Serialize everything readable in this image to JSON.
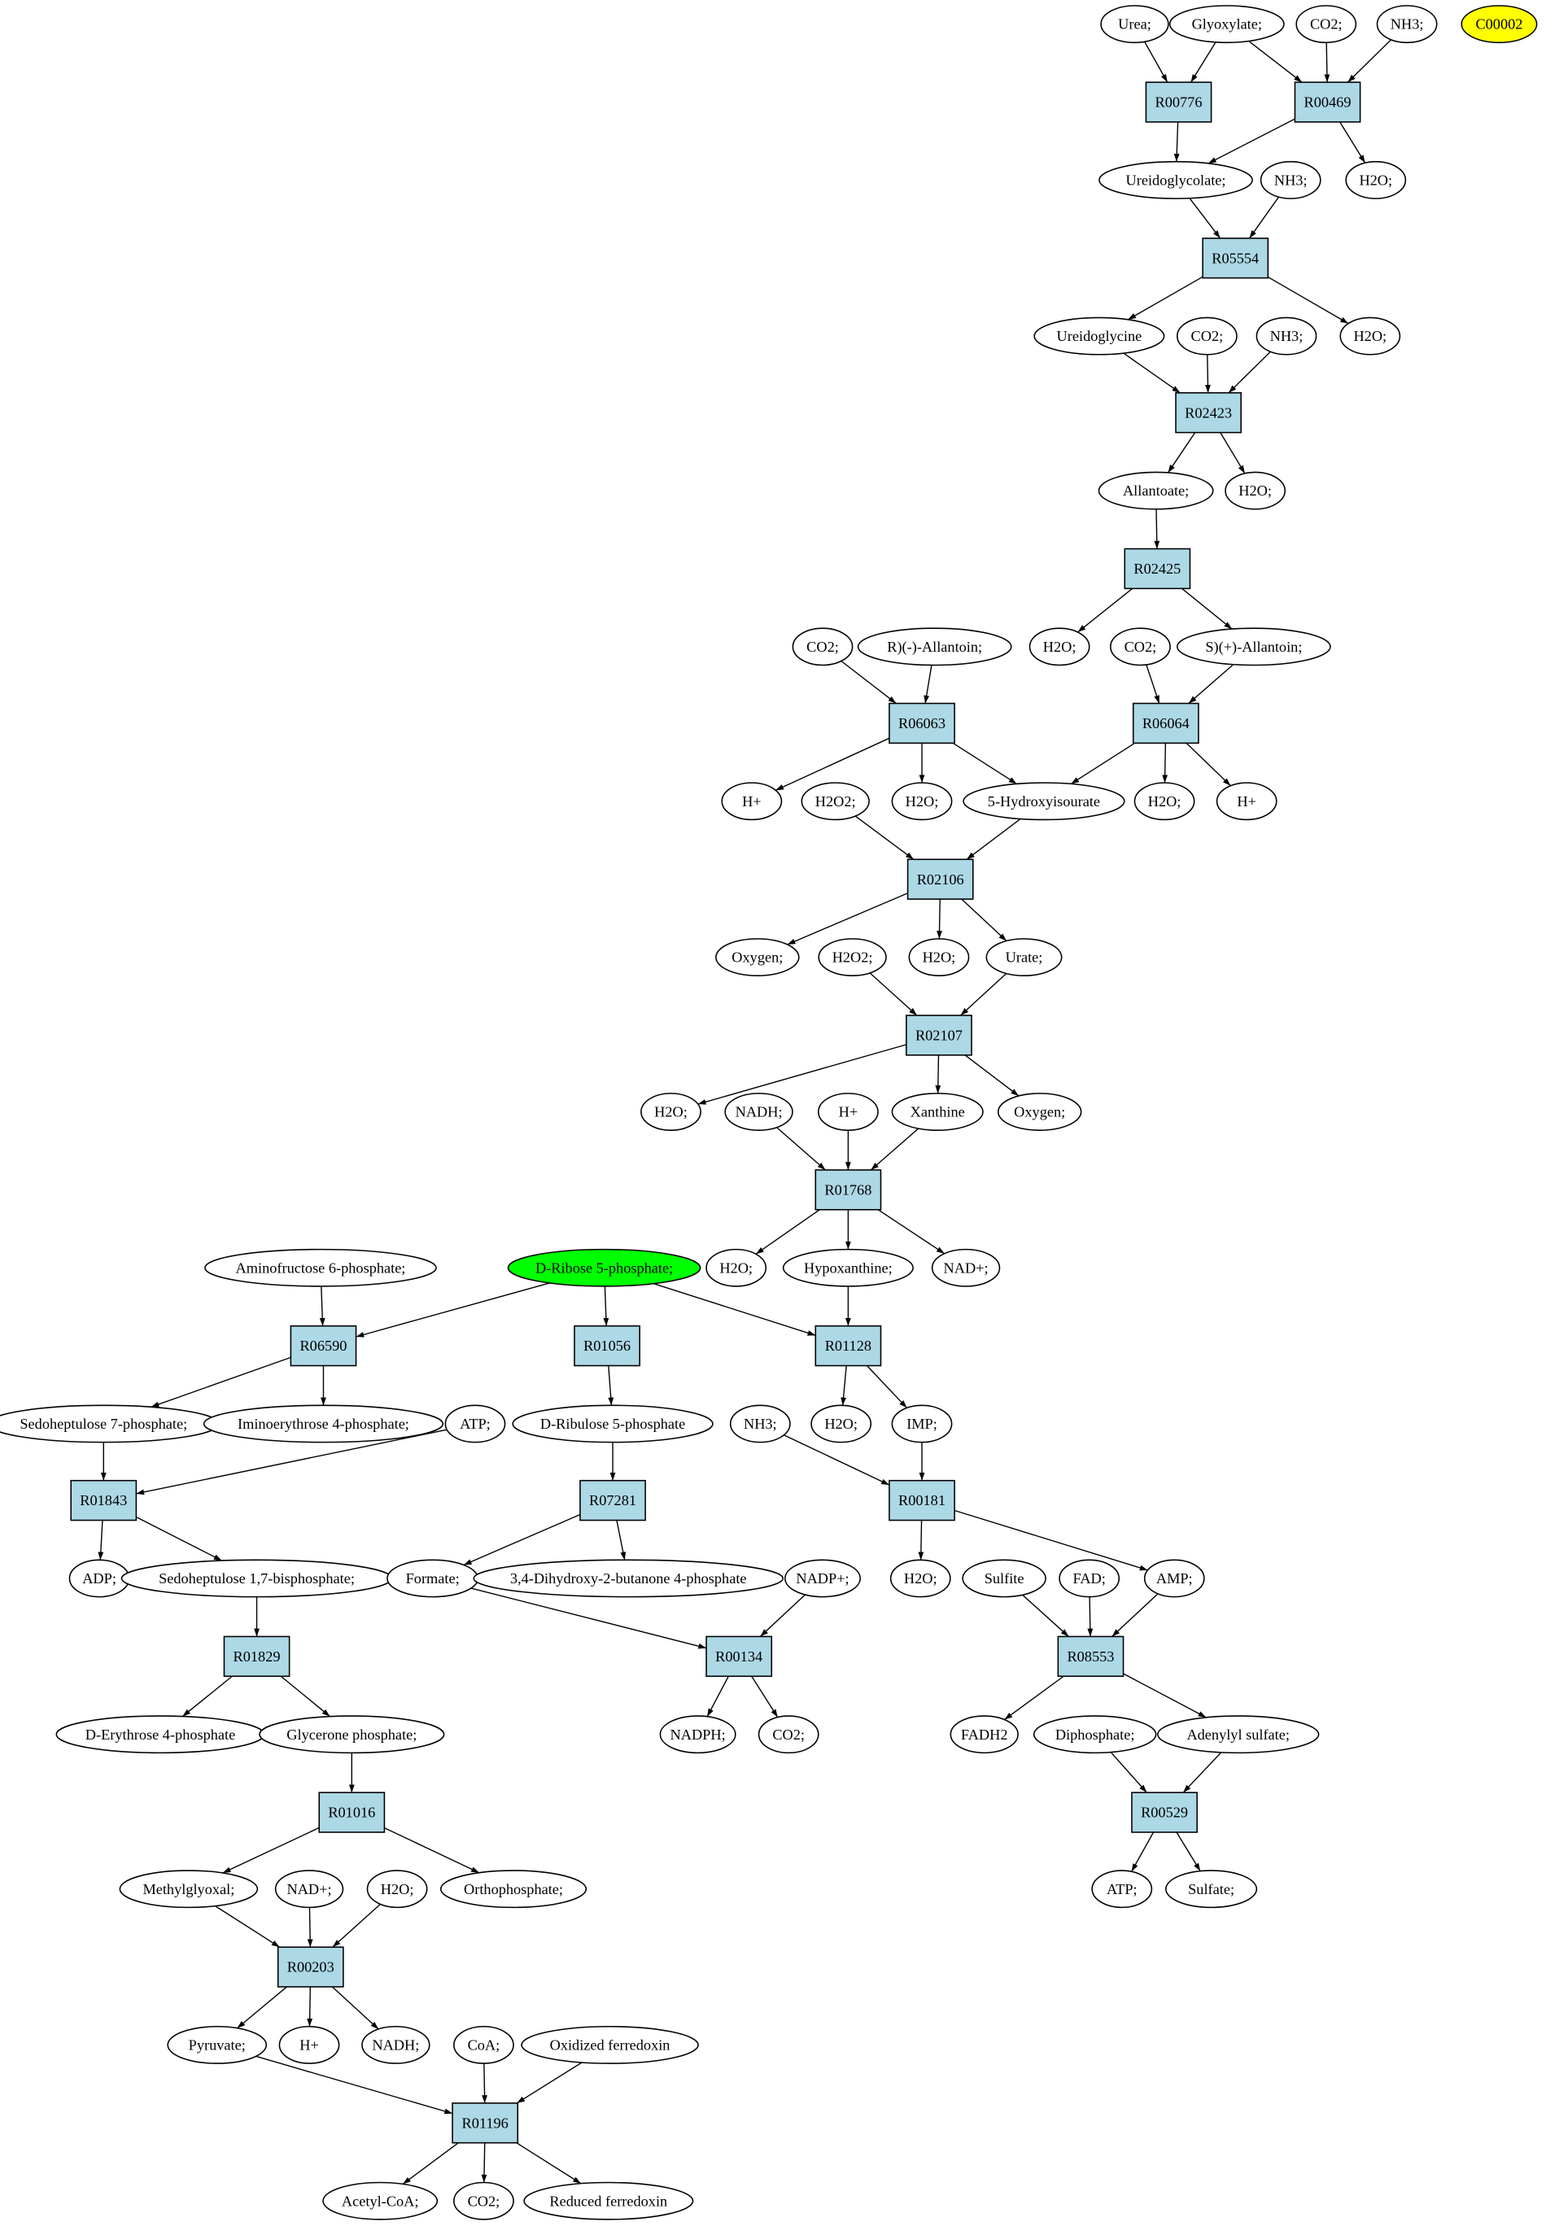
{
  "colors": {
    "reaction_fill": "#add8e6",
    "start_fill": "#00ff00",
    "target_fill": "#ffff00",
    "compound_fill": "#ffffff",
    "stroke": "#000000"
  },
  "nodes": [
    {
      "id": "urea",
      "label": "Urea;",
      "kind": "compound"
    },
    {
      "id": "glyoxylate",
      "label": "Glyoxylate;",
      "kind": "compound"
    },
    {
      "id": "co2_a",
      "label": "CO2;",
      "kind": "compound"
    },
    {
      "id": "nh3_a",
      "label": "NH3;",
      "kind": "compound"
    },
    {
      "id": "c00002",
      "label": "C00002",
      "kind": "target"
    },
    {
      "id": "R00776",
      "label": "R00776",
      "kind": "reaction"
    },
    {
      "id": "R00469",
      "label": "R00469",
      "kind": "reaction"
    },
    {
      "id": "ureidoglycolate",
      "label": "Ureidoglycolate;",
      "kind": "compound"
    },
    {
      "id": "nh3_b",
      "label": "NH3;",
      "kind": "compound"
    },
    {
      "id": "h2o_a",
      "label": "H2O;",
      "kind": "compound"
    },
    {
      "id": "R05554",
      "label": "R05554",
      "kind": "reaction"
    },
    {
      "id": "ureidoglycine",
      "label": "Ureidoglycine",
      "kind": "compound"
    },
    {
      "id": "co2_b",
      "label": "CO2;",
      "kind": "compound"
    },
    {
      "id": "nh3_c",
      "label": "NH3;",
      "kind": "compound"
    },
    {
      "id": "h2o_b",
      "label": "H2O;",
      "kind": "compound"
    },
    {
      "id": "R02423",
      "label": "R02423",
      "kind": "reaction"
    },
    {
      "id": "allantoate",
      "label": "Allantoate;",
      "kind": "compound"
    },
    {
      "id": "h2o_c",
      "label": "H2O;",
      "kind": "compound"
    },
    {
      "id": "R02425",
      "label": "R02425",
      "kind": "reaction"
    },
    {
      "id": "co2_c",
      "label": "CO2;",
      "kind": "compound"
    },
    {
      "id": "r_allantoin",
      "label": "R)(-)-Allantoin;",
      "kind": "compound"
    },
    {
      "id": "h2o_d",
      "label": "H2O;",
      "kind": "compound"
    },
    {
      "id": "co2_d",
      "label": "CO2;",
      "kind": "compound"
    },
    {
      "id": "s_allantoin",
      "label": "S)(+)-Allantoin;",
      "kind": "compound"
    },
    {
      "id": "R06063",
      "label": "R06063",
      "kind": "reaction"
    },
    {
      "id": "R06064",
      "label": "R06064",
      "kind": "reaction"
    },
    {
      "id": "hplus_a",
      "label": "H+",
      "kind": "compound"
    },
    {
      "id": "h2o2_a",
      "label": "H2O2;",
      "kind": "compound"
    },
    {
      "id": "h2o_e",
      "label": "H2O;",
      "kind": "compound"
    },
    {
      "id": "hydroxyisourate",
      "label": "5-Hydroxyisourate",
      "kind": "compound"
    },
    {
      "id": "h2o_f",
      "label": "H2O;",
      "kind": "compound"
    },
    {
      "id": "hplus_b",
      "label": "H+",
      "kind": "compound"
    },
    {
      "id": "R02106",
      "label": "R02106",
      "kind": "reaction"
    },
    {
      "id": "oxygen_a",
      "label": "Oxygen;",
      "kind": "compound"
    },
    {
      "id": "h2o2_b",
      "label": "H2O2;",
      "kind": "compound"
    },
    {
      "id": "h2o_g",
      "label": "H2O;",
      "kind": "compound"
    },
    {
      "id": "urate",
      "label": "Urate;",
      "kind": "compound"
    },
    {
      "id": "R02107",
      "label": "R02107",
      "kind": "reaction"
    },
    {
      "id": "h2o_h",
      "label": "H2O;",
      "kind": "compound"
    },
    {
      "id": "nadh_a",
      "label": "NADH;",
      "kind": "compound"
    },
    {
      "id": "hplus_c",
      "label": "H+",
      "kind": "compound"
    },
    {
      "id": "xanthine",
      "label": "Xanthine",
      "kind": "compound"
    },
    {
      "id": "oxygen_b",
      "label": "Oxygen;",
      "kind": "compound"
    },
    {
      "id": "R01768",
      "label": "R01768",
      "kind": "reaction"
    },
    {
      "id": "amino",
      "label": "Aminofructose 6-phosphate;",
      "kind": "compound"
    },
    {
      "id": "ribose",
      "label": "D-Ribose 5-phosphate;",
      "kind": "start"
    },
    {
      "id": "h2o_i",
      "label": "H2O;",
      "kind": "compound"
    },
    {
      "id": "hypoxanthine",
      "label": "Hypoxanthine;",
      "kind": "compound"
    },
    {
      "id": "nadplus_a",
      "label": "NAD+;",
      "kind": "compound"
    },
    {
      "id": "R06590",
      "label": "R06590",
      "kind": "reaction"
    },
    {
      "id": "R01056",
      "label": "R01056",
      "kind": "reaction"
    },
    {
      "id": "R01128",
      "label": "R01128",
      "kind": "reaction"
    },
    {
      "id": "sedo7p",
      "label": "Sedoheptulose 7-phosphate;",
      "kind": "compound"
    },
    {
      "id": "iminoerythrose",
      "label": "Iminoerythrose 4-phosphate;",
      "kind": "compound"
    },
    {
      "id": "atp_a",
      "label": "ATP;",
      "kind": "compound"
    },
    {
      "id": "ribulose",
      "label": "D-Ribulose 5-phosphate",
      "kind": "compound"
    },
    {
      "id": "nh3_d",
      "label": "NH3;",
      "kind": "compound"
    },
    {
      "id": "h2o_j",
      "label": "H2O;",
      "kind": "compound"
    },
    {
      "id": "imp",
      "label": "IMP;",
      "kind": "compound"
    },
    {
      "id": "R01843",
      "label": "R01843",
      "kind": "reaction"
    },
    {
      "id": "R07281",
      "label": "R07281",
      "kind": "reaction"
    },
    {
      "id": "R00181",
      "label": "R00181",
      "kind": "reaction"
    },
    {
      "id": "adp",
      "label": "ADP;",
      "kind": "compound"
    },
    {
      "id": "sedo17bp",
      "label": "Sedoheptulose 1,7-bisphosphate;",
      "kind": "compound"
    },
    {
      "id": "formate",
      "label": "Formate;",
      "kind": "compound"
    },
    {
      "id": "dihydroxy",
      "label": "3,4-Dihydroxy-2-butanone 4-phosphate",
      "kind": "compound"
    },
    {
      "id": "nadpplus",
      "label": "NADP+;",
      "kind": "compound"
    },
    {
      "id": "h2o_k",
      "label": "H2O;",
      "kind": "compound"
    },
    {
      "id": "sulfite",
      "label": "Sulfite",
      "kind": "compound"
    },
    {
      "id": "fad",
      "label": "FAD;",
      "kind": "compound"
    },
    {
      "id": "amp",
      "label": "AMP;",
      "kind": "compound"
    },
    {
      "id": "R01829",
      "label": "R01829",
      "kind": "reaction"
    },
    {
      "id": "R00134",
      "label": "R00134",
      "kind": "reaction"
    },
    {
      "id": "R08553",
      "label": "R08553",
      "kind": "reaction"
    },
    {
      "id": "erythrose",
      "label": "D-Erythrose 4-phosphate",
      "kind": "compound"
    },
    {
      "id": "glycerone",
      "label": "Glycerone phosphate;",
      "kind": "compound"
    },
    {
      "id": "nadph",
      "label": "NADPH;",
      "kind": "compound"
    },
    {
      "id": "co2_e",
      "label": "CO2;",
      "kind": "compound"
    },
    {
      "id": "fadh2",
      "label": "FADH2",
      "kind": "compound"
    },
    {
      "id": "diphosphate",
      "label": "Diphosphate;",
      "kind": "compound"
    },
    {
      "id": "adenylyl",
      "label": "Adenylyl sulfate;",
      "kind": "compound"
    },
    {
      "id": "R01016",
      "label": "R01016",
      "kind": "reaction"
    },
    {
      "id": "R00529",
      "label": "R00529",
      "kind": "reaction"
    },
    {
      "id": "methylglyoxal",
      "label": "Methylglyoxal;",
      "kind": "compound"
    },
    {
      "id": "nadplus_b",
      "label": "NAD+;",
      "kind": "compound"
    },
    {
      "id": "h2o_l",
      "label": "H2O;",
      "kind": "compound"
    },
    {
      "id": "orthophosphate",
      "label": "Orthophosphate;",
      "kind": "compound"
    },
    {
      "id": "atp_b",
      "label": "ATP;",
      "kind": "compound"
    },
    {
      "id": "sulfate",
      "label": "Sulfate;",
      "kind": "compound"
    },
    {
      "id": "R00203",
      "label": "R00203",
      "kind": "reaction"
    },
    {
      "id": "pyruvate",
      "label": "Pyruvate;",
      "kind": "compound"
    },
    {
      "id": "hplus_d",
      "label": "H+",
      "kind": "compound"
    },
    {
      "id": "nadh_b",
      "label": "NADH;",
      "kind": "compound"
    },
    {
      "id": "coa",
      "label": "CoA;",
      "kind": "compound"
    },
    {
      "id": "oxferredoxin",
      "label": "Oxidized ferredoxin",
      "kind": "compound"
    },
    {
      "id": "R01196",
      "label": "R01196",
      "kind": "reaction"
    },
    {
      "id": "acetylcoa",
      "label": "Acetyl-CoA;",
      "kind": "compound"
    },
    {
      "id": "co2_f",
      "label": "CO2;",
      "kind": "compound"
    },
    {
      "id": "redferredoxin",
      "label": "Reduced ferredoxin",
      "kind": "compound"
    }
  ],
  "edges": [
    [
      "urea",
      "R00776"
    ],
    [
      "glyoxylate",
      "R00776"
    ],
    [
      "glyoxylate",
      "R00469"
    ],
    [
      "co2_a",
      "R00469"
    ],
    [
      "nh3_a",
      "R00469"
    ],
    [
      "R00776",
      "ureidoglycolate"
    ],
    [
      "R00469",
      "ureidoglycolate"
    ],
    [
      "R00469",
      "h2o_a"
    ],
    [
      "ureidoglycolate",
      "R05554"
    ],
    [
      "nh3_b",
      "R05554"
    ],
    [
      "R05554",
      "ureidoglycine"
    ],
    [
      "R05554",
      "h2o_b"
    ],
    [
      "ureidoglycine",
      "R02423"
    ],
    [
      "co2_b",
      "R02423"
    ],
    [
      "nh3_c",
      "R02423"
    ],
    [
      "R02423",
      "allantoate"
    ],
    [
      "R02423",
      "h2o_c"
    ],
    [
      "allantoate",
      "R02425"
    ],
    [
      "R02425",
      "h2o_d"
    ],
    [
      "R02425",
      "s_allantoin"
    ],
    [
      "co2_c",
      "R06063"
    ],
    [
      "r_allantoin",
      "R06063"
    ],
    [
      "co2_d",
      "R06064"
    ],
    [
      "s_allantoin",
      "R06064"
    ],
    [
      "R06063",
      "hplus_a"
    ],
    [
      "R06063",
      "h2o_e"
    ],
    [
      "R06063",
      "hydroxyisourate"
    ],
    [
      "R06064",
      "hydroxyisourate"
    ],
    [
      "R06064",
      "h2o_f"
    ],
    [
      "R06064",
      "hplus_b"
    ],
    [
      "h2o2_a",
      "R02106"
    ],
    [
      "hydroxyisourate",
      "R02106"
    ],
    [
      "R02106",
      "oxygen_a"
    ],
    [
      "R02106",
      "h2o_g"
    ],
    [
      "R02106",
      "urate"
    ],
    [
      "h2o2_b",
      "R02107"
    ],
    [
      "urate",
      "R02107"
    ],
    [
      "R02107",
      "h2o_h"
    ],
    [
      "R02107",
      "xanthine"
    ],
    [
      "R02107",
      "oxygen_b"
    ],
    [
      "nadh_a",
      "R01768"
    ],
    [
      "hplus_c",
      "R01768"
    ],
    [
      "xanthine",
      "R01768"
    ],
    [
      "R01768",
      "h2o_i"
    ],
    [
      "R01768",
      "hypoxanthine"
    ],
    [
      "R01768",
      "nadplus_a"
    ],
    [
      "amino",
      "R06590"
    ],
    [
      "ribose",
      "R06590"
    ],
    [
      "ribose",
      "R01056"
    ],
    [
      "ribose",
      "R01128"
    ],
    [
      "hypoxanthine",
      "R01128"
    ],
    [
      "R06590",
      "sedo7p"
    ],
    [
      "R06590",
      "iminoerythrose"
    ],
    [
      "R01056",
      "ribulose"
    ],
    [
      "R01128",
      "h2o_j"
    ],
    [
      "R01128",
      "imp"
    ],
    [
      "sedo7p",
      "R01843"
    ],
    [
      "atp_a",
      "R01843"
    ],
    [
      "ribulose",
      "R07281"
    ],
    [
      "nh3_d",
      "R00181"
    ],
    [
      "imp",
      "R00181"
    ],
    [
      "R01843",
      "adp"
    ],
    [
      "R01843",
      "sedo17bp"
    ],
    [
      "R07281",
      "formate"
    ],
    [
      "R07281",
      "dihydroxy"
    ],
    [
      "R00181",
      "h2o_k"
    ],
    [
      "R00181",
      "amp"
    ],
    [
      "sedo17bp",
      "R01829"
    ],
    [
      "formate",
      "R00134"
    ],
    [
      "nadpplus",
      "R00134"
    ],
    [
      "sulfite",
      "R08553"
    ],
    [
      "fad",
      "R08553"
    ],
    [
      "amp",
      "R08553"
    ],
    [
      "R01829",
      "erythrose"
    ],
    [
      "R01829",
      "glycerone"
    ],
    [
      "R00134",
      "nadph"
    ],
    [
      "R00134",
      "co2_e"
    ],
    [
      "R08553",
      "fadh2"
    ],
    [
      "R08553",
      "adenylyl"
    ],
    [
      "glycerone",
      "R01016"
    ],
    [
      "diphosphate",
      "R00529"
    ],
    [
      "adenylyl",
      "R00529"
    ],
    [
      "R01016",
      "methylglyoxal"
    ],
    [
      "R01016",
      "orthophosphate"
    ],
    [
      "R00529",
      "atp_b"
    ],
    [
      "R00529",
      "sulfate"
    ],
    [
      "methylglyoxal",
      "R00203"
    ],
    [
      "nadplus_b",
      "R00203"
    ],
    [
      "h2o_l",
      "R00203"
    ],
    [
      "R00203",
      "pyruvate"
    ],
    [
      "R00203",
      "hplus_d"
    ],
    [
      "R00203",
      "nadh_b"
    ],
    [
      "pyruvate",
      "R01196"
    ],
    [
      "coa",
      "R01196"
    ],
    [
      "oxferredoxin",
      "R01196"
    ],
    [
      "R01196",
      "acetylcoa"
    ],
    [
      "R01196",
      "co2_f"
    ],
    [
      "R01196",
      "redferredoxin"
    ]
  ]
}
